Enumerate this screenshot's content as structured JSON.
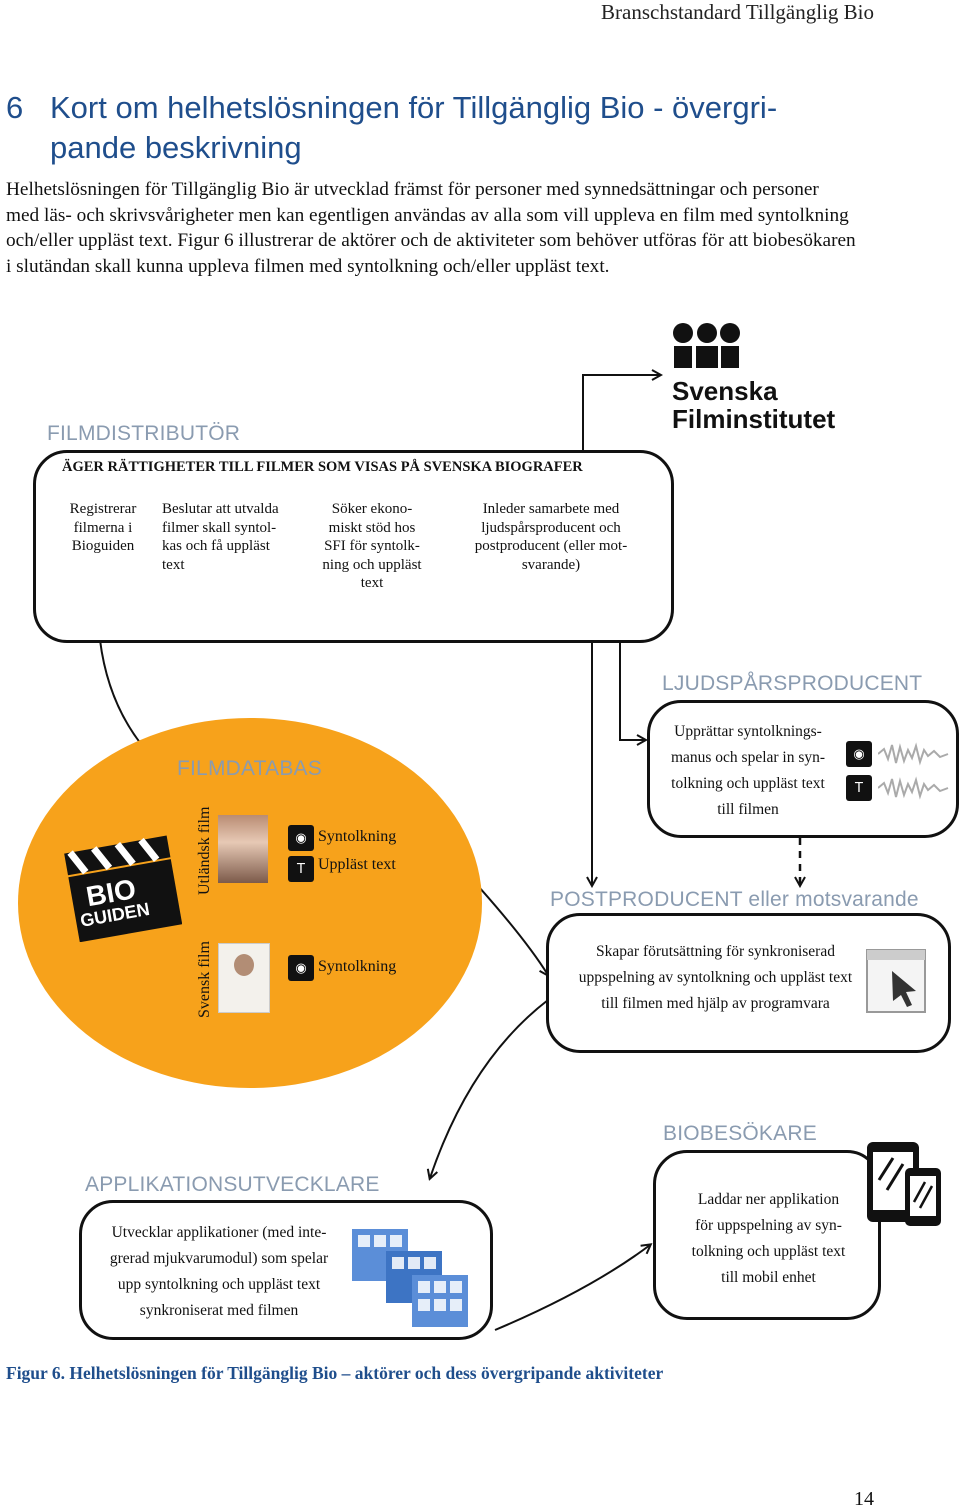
{
  "header": {
    "running_title": "Branschstandard Tillgänglig Bio"
  },
  "section": {
    "number": "6",
    "title_line1": "Kort om helhetslösningen för Tillgänglig Bio - övergri-",
    "title_line2": "pande beskrivning"
  },
  "intro_paragraph": "Helhetslösningen för Tillgänglig Bio är utvecklad främst för personer med synnedsättningar och personer med läs- och skrivsvårigheter men kan egentligen användas av alla som vill uppleva en film med syntolkning och/eller uppläst text. Figur 6 illustrerar de aktörer och de aktiviteter som behöver utföras för att biobesökaren i slutändan skall kunna uppleva filmen med syntolkning och/eller uppläst text.",
  "sfi_logo": {
    "line1": "Svenska",
    "line2": "Filminstitutet"
  },
  "filmdistributor": {
    "label": "FILMDISTRIBUTÖR",
    "heading": "ÄGER RÄTTIGHETER TILL FILMER SOM VISAS PÅ SVENSKA BIOGRAFER",
    "activities": [
      [
        "Registrerar",
        "filmerna i",
        "Bioguiden"
      ],
      [
        "Beslutar att utvalda",
        "filmer skall syntol-",
        "kas och få uppläst",
        "text"
      ],
      [
        "Söker ekono-",
        "miskt stöd hos",
        "SFI för syntolk-",
        "ning och uppläst",
        "text"
      ],
      [
        "Inleder samarbete med",
        "ljudspårsproducent och",
        "postproducent (eller mot-",
        "svarande)"
      ]
    ]
  },
  "ljudsparsproducent": {
    "label": "LJUDSPÅRSPRODUCENT",
    "lines": [
      "Upprättar syntolknings-",
      "manus och spelar in syn-",
      "tolkning och uppläst text",
      "till filmen"
    ]
  },
  "filmdatabas": {
    "label": "FILMDATABAS",
    "foreign_film": "Utländsk film",
    "swedish_film": "Svensk film",
    "foreign_tags": [
      "Syntolkning",
      "Uppläst text"
    ],
    "swedish_tags": [
      "Syntolkning"
    ],
    "logo_line1": "BIO",
    "logo_line2": "GUIDEN"
  },
  "postproducent": {
    "label": "POSTPRODUCENT eller motsvarande",
    "lines": [
      "Skapar förutsättning för synkroniserad",
      "uppspelning av syntolkning och uppläst text",
      "till filmen med hjälp av programvara"
    ]
  },
  "biobesokare": {
    "label": "BIOBESÖKARE",
    "lines": [
      "Laddar ner applikation",
      "för uppspelning av syn-",
      "tolkning och uppläst text",
      "till mobil enhet"
    ]
  },
  "appdev": {
    "label": "APPLIKATIONSUTVECKLARE",
    "lines": [
      "Utvecklar applikationer (med inte-",
      "grerad mjukvarumodul) som spelar",
      "upp syntolkning och uppläst text",
      "synkroniserat med filmen"
    ]
  },
  "icons": {
    "eye": "eye-audio-description-icon",
    "text": "T-read-aloud-icon",
    "screen": "software-window-icon",
    "phones": "mobile-phones-icon",
    "apps": "app-screens-icon"
  },
  "colors": {
    "heading_blue": "#1f4e8c",
    "label_grey": "#8a9bb0",
    "orange": "#f7a21b"
  },
  "caption": "Figur 6. Helhetslösningen för Tillgänglig Bio – aktörer och dess övergripande aktiviteter",
  "page_number": "14"
}
